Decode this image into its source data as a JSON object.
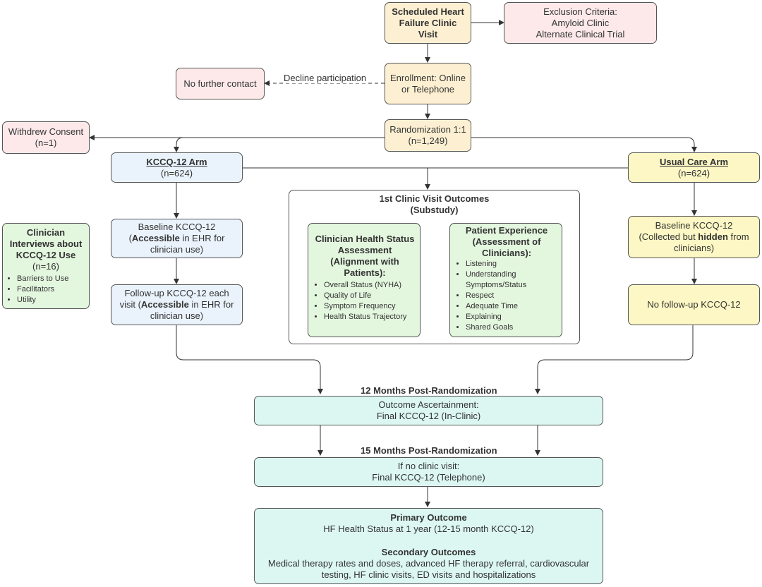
{
  "nodes": {
    "scheduled": {
      "line1": "Scheduled Heart",
      "line2": "Failure Clinic",
      "line3": "Visit"
    },
    "exclusion": {
      "line1": "Exclusion Criteria:",
      "line2": "Amyloid Clinic",
      "line3": "Alternate Clinical Trial"
    },
    "enrollment": {
      "line1": "Enrollment: Online",
      "line2": "or Telephone"
    },
    "no_contact": {
      "line1": "No further contact"
    },
    "decline_label": "Decline participation",
    "randomization": {
      "line1": "Randomization 1:1",
      "line2": "(n=1,249)"
    },
    "withdrew": {
      "line1": "Withdrew Consent",
      "line2": "(n=1)"
    },
    "kccq_arm": {
      "title": "KCCQ-12 Arm",
      "n": "(n=624)"
    },
    "usual_arm": {
      "title": "Usual Care Arm",
      "n": "(n=624)"
    },
    "interviews": {
      "line1": "Clinician",
      "line2": "Interviews about",
      "line3": "KCCQ-12 Use",
      "n": "(n=16)",
      "bullets": [
        "Barriers to Use",
        "Facilitators",
        "Utility"
      ]
    },
    "baseline_kccq": {
      "pre": "Baseline KCCQ-12",
      "open": "(",
      "bold": "Accessible",
      "post": " in EHR for",
      "line3": "clinician use)"
    },
    "followup_kccq": {
      "line1": "Follow-up KCCQ-12 each",
      "pre": "visit (",
      "bold": "Accessible",
      "post": " in EHR for",
      "line3": "clinician use)"
    },
    "substudy": {
      "line1": "1st Clinic Visit Outcomes",
      "line2": "(Substudy)"
    },
    "clinician_assessment": {
      "line1": "Clinician Health Status",
      "line2": "Assessment",
      "line3": "(Alignment with",
      "line4": "Patients):",
      "bullets": [
        "Overall Status (NYHA)",
        "Quality of Life",
        "Symptom Frequency",
        "Health Status Trajectory"
      ]
    },
    "patient_experience": {
      "line1": "Patient Experience",
      "line2": "(Assessment of",
      "line3": "Clinicians):",
      "bullets": [
        "Listening",
        "Understanding Symptoms/Status",
        "Respect",
        "Adequate Time",
        "Explaining",
        "Shared Goals"
      ]
    },
    "baseline_usual": {
      "line1": "Baseline KCCQ-12",
      "pre": "(Collected but ",
      "bold": "hidden",
      "post": " from",
      "line3": "clinicians)"
    },
    "no_followup": {
      "line1": "No follow-up KCCQ-12"
    },
    "month12_label": "12 Months Post-Randomization",
    "month12": {
      "line1": "Outcome Ascertainment:",
      "line2": "Final KCCQ-12 (In-Clinic)"
    },
    "month15_label": "15 Months Post-Randomization",
    "month15": {
      "line1": "If no clinic visit:",
      "line2": "Final KCCQ-12 (Telephone)"
    },
    "outcomes": {
      "primary_title": "Primary Outcome",
      "primary_text": "HF Health Status at 1 year (12-15 month KCCQ-12)",
      "secondary_title": "Secondary Outcomes",
      "secondary_line1": "Medical therapy rates and doses, advanced HF therapy referral, cardiovascular",
      "secondary_line2": "testing, HF clinic visits, ED visits and hospitalizations"
    }
  }
}
